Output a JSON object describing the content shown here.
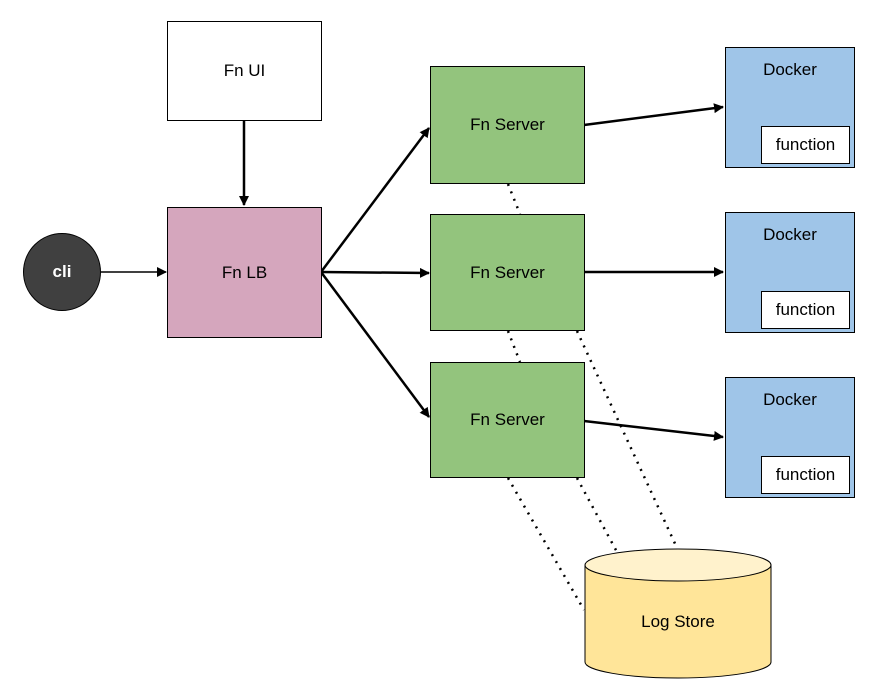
{
  "nodes": {
    "fn_ui": "Fn UI",
    "fn_lb": "Fn LB",
    "cli": "cli",
    "servers": [
      "Fn Server",
      "Fn Server",
      "Fn Server"
    ],
    "dockers": [
      {
        "label": "Docker",
        "function": "function"
      },
      {
        "label": "Docker",
        "function": "function"
      },
      {
        "label": "Docker",
        "function": "function"
      }
    ],
    "log_store": "Log Store"
  },
  "colors": {
    "lb_fill": "#d5a6bd",
    "server_fill": "#93c47d",
    "docker_fill": "#9fc5e8",
    "store_fill": "#ffe599",
    "cli_fill": "#404040"
  }
}
